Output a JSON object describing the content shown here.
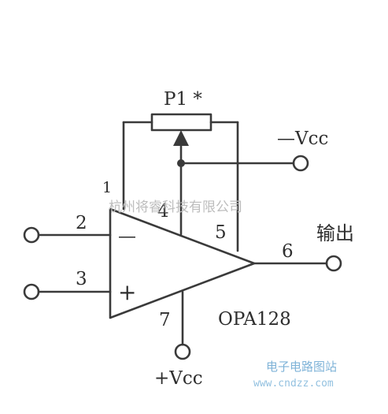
{
  "potentiometer": {
    "label": "P1 *"
  },
  "pins": {
    "pin1": "1",
    "pin2": "2",
    "pin3": "3",
    "pin4": "4",
    "pin5": "5",
    "pin6": "6",
    "pin7": "7"
  },
  "inputs": {
    "inverting_sign": "—",
    "noninverting_sign": "+"
  },
  "supplies": {
    "negative": "—Vcc",
    "positive": "+Vcc"
  },
  "output": {
    "label": "输出"
  },
  "chip": {
    "name": "OPA128"
  },
  "watermarks": {
    "company": "杭州将睿科技有限公司",
    "brand": "电子电路图站",
    "url": "www.cndzz.com"
  }
}
